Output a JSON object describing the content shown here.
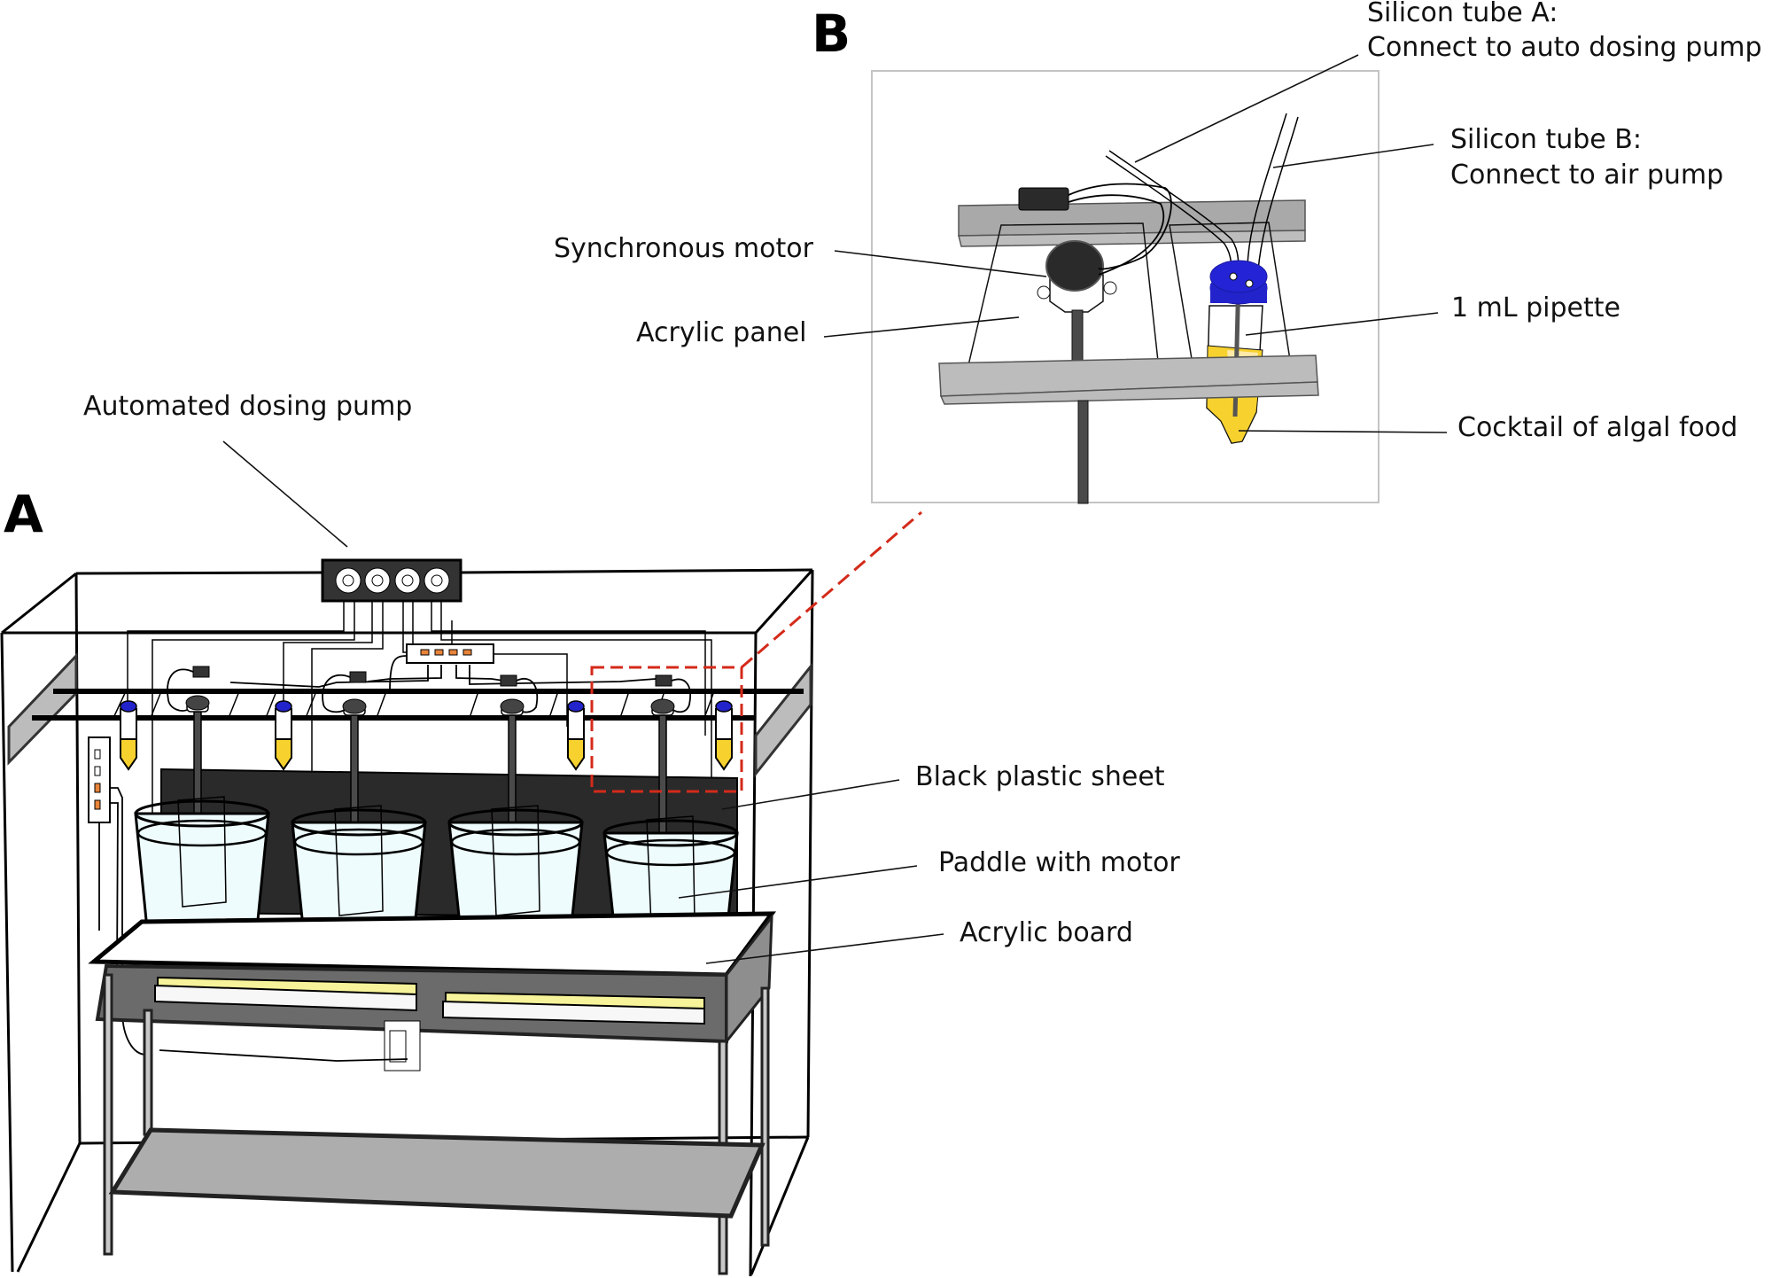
{
  "figure": {
    "panel_a": {
      "letter": "A",
      "labels": {
        "dosing_pump": "Automated dosing pump",
        "black_sheet": "Black plastic sheet",
        "paddle": "Paddle with motor",
        "acrylic_board": "Acrylic board"
      },
      "bucket_count": 4,
      "pump_heads": 4,
      "feed_tubes": 4
    },
    "panel_b": {
      "letter": "B",
      "labels": {
        "tube_a_line1": "Silicon tube A:",
        "tube_a_line2": "Connect to auto dosing pump",
        "tube_b_line1": "Silicon tube B:",
        "tube_b_line2": "Connect to air pump",
        "motor": "Synchronous motor",
        "acrylic_panel": "Acrylic panel",
        "pipette": "1 mL pipette",
        "algal_food": "Cocktail of algal food"
      }
    },
    "colors": {
      "water": "#eefcfd",
      "black_sheet": "#2a2a2a",
      "feed_yellow": "#f7d12e",
      "cap_blue": "#2323cc",
      "rail_gray": "#bcbcbc",
      "shelf_gray": "#6b6b6b",
      "lower_shelf_gray": "#adadad",
      "light_yellow": "#f6f39a",
      "zoom_callout": "#d42a1a",
      "port_orange": "#e8843a"
    }
  }
}
